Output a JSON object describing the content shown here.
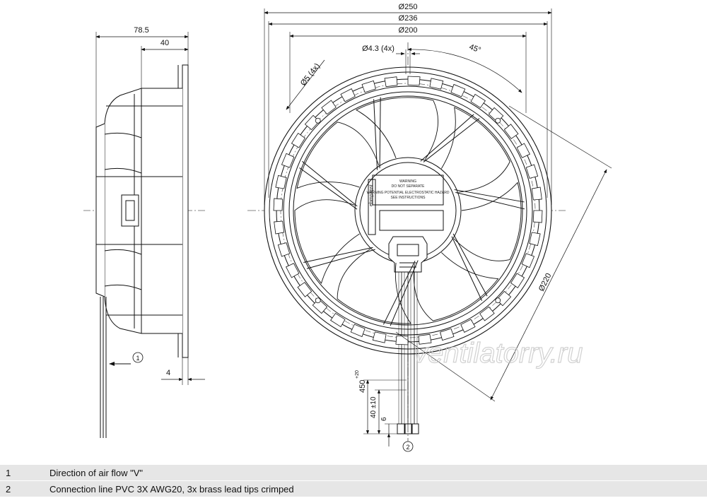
{
  "dimensions": {
    "side_total_length": "78.5",
    "side_hub_length": "40",
    "side_flange_thickness": "4",
    "dia_outer": "Ø250",
    "dia_flange": "Ø236",
    "dia_mount_holes": "Ø200",
    "hole_4_3": "Ø4.3 (4x)",
    "hole_5": "Ø5 (4x)",
    "angle": "45°",
    "dia_220": "Ø220",
    "cable_length": "450",
    "cable_length_tol": "+20",
    "strip_length": "40 ±10",
    "tip_length": "6"
  },
  "callouts": {
    "one": "1",
    "two": "2"
  },
  "hub_label": {
    "line1": "WARNING",
    "line2": "DO NOT SEPARATE",
    "line3": "WARNING POTENTIAL ELECTROSTATIC HAZARD",
    "line4": "SEE INSTRUCTIONS",
    "brand": "ebmpapst"
  },
  "watermark": "ventilatorry.ru",
  "legend": [
    {
      "num": "1",
      "text": "Direction of air flow \"V\""
    },
    {
      "num": "2",
      "text": "Connection line PVC 3X AWG20, 3x brass lead tips crimped"
    }
  ]
}
